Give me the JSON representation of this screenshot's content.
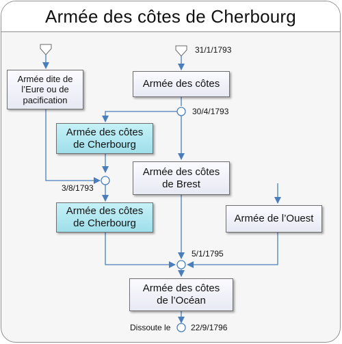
{
  "title": "Armée des côtes de Cherbourg",
  "boxes": {
    "eure": "Armée dite de\nl’Eure ou de\npacification",
    "cotes": "Armée des côtes",
    "cherbourg_1": "Armée des côtes\nde Cherbourg",
    "brest": "Armée des côtes\nde Brest",
    "cherbourg_2": "Armée des côtes\nde Cherbourg",
    "ouest": "Armée de l’Ouest",
    "ocean": "Armée des côtes\nde l’Océan"
  },
  "labels": {
    "date_creation": "31/1/1793",
    "date_split": "30/4/1793",
    "date_merge": "3/8/1793",
    "date_fusion": "5/1/1795",
    "dissolved_text": "Dissoute le",
    "date_dissolved": "22/9/1796"
  },
  "colors": {
    "line": "#4a7ebb",
    "cyan_box": "#aee6ee",
    "grey_box": "#eceef6"
  }
}
